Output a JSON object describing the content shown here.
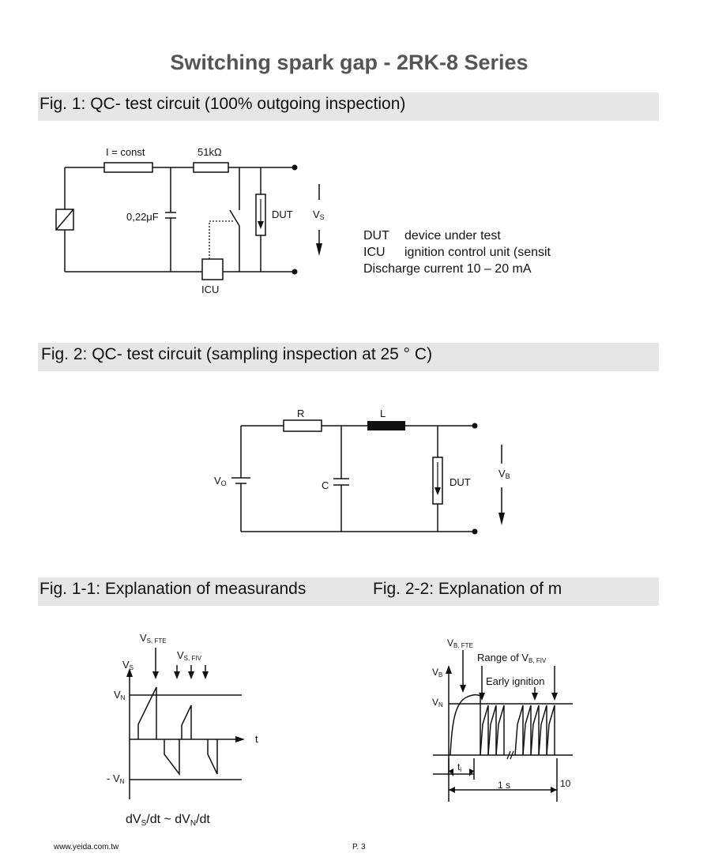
{
  "title": "Switching spark gap - 2RK-8 Series",
  "fig1": {
    "heading": "Fig. 1:  QC- test circuit (100% outgoing inspection)",
    "labels": {
      "current": "I = const",
      "resistor": "51kΩ",
      "capacitor": "0,22μF",
      "dut": "DUT",
      "vs": "V",
      "vs_sub": "S",
      "icu": "ICU"
    },
    "legend": [
      {
        "key": "DUT",
        "text": "device under test"
      },
      {
        "key": "ICU",
        "text": "ignition control unit (sensit"
      },
      {
        "key": "",
        "text": "Discharge current 10  –  20 mA"
      }
    ]
  },
  "fig2": {
    "heading": "Fig. 2:  QC- test circuit (sampling inspection at 25  °  C)",
    "labels": {
      "r": "R",
      "l": "L",
      "v0": "V",
      "v0_sub": "O",
      "c": "C",
      "dut": "DUT",
      "vb": "V",
      "vb_sub": "B"
    }
  },
  "fig11": {
    "heading": "Fig. 1-1:   Explanation of measurands",
    "labels": {
      "vs_fte": "V",
      "vs_fte_sub": "S, FTE",
      "vs_fiv": "V",
      "vs_fiv_sub": "S, FIV",
      "vs_axis": "V",
      "vs_axis_sub": "S",
      "vn": "V",
      "vn_sub": "N",
      "neg_vn": "- V",
      "neg_vn_sub": "N",
      "t": "t",
      "formula": "dV",
      "formula_sub1": "S",
      "formula_mid": "/dt  ~ dV",
      "formula_sub2": "N",
      "formula_end": "/dt"
    }
  },
  "fig22": {
    "heading": "Fig. 2-2:  Explanation of m",
    "labels": {
      "vb_fte": "V",
      "vb_fte_sub": "B, FTE",
      "range": "Range of  V",
      "range_sub": "B, FIV",
      "vb_axis": "V",
      "vb_axis_sub": "B",
      "early": "Early ignition",
      "vn": "V",
      "vn_sub": "N",
      "ti": "t",
      "ti_sub": "i",
      "one_s": "1 s",
      "ten": "10"
    }
  },
  "footer": {
    "url": "www.yeida.com.tw",
    "page": "P. 3"
  }
}
